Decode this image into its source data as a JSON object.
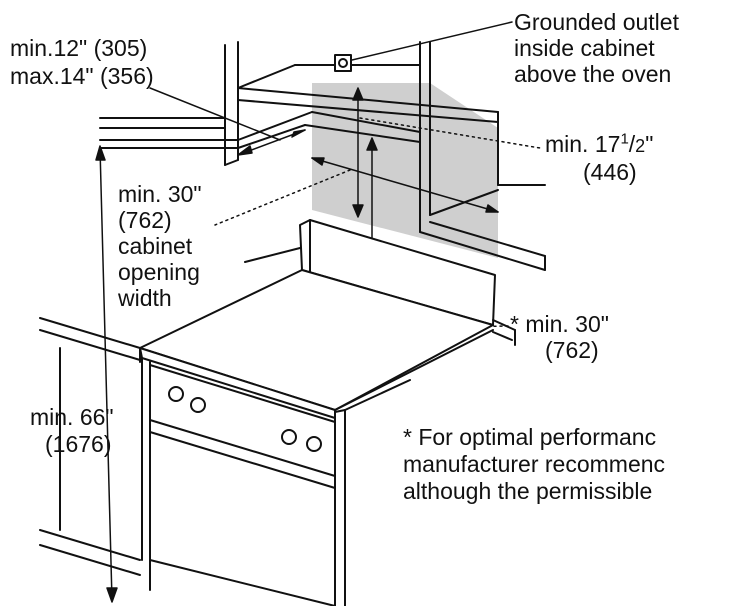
{
  "labels": {
    "upper_left_min": "min.12\" (305)",
    "upper_left_max": "max.14\" (356)",
    "outlet_line1": "Grounded outlet",
    "outlet_line2": "inside cabinet",
    "outlet_line3": "above the oven",
    "depth_min_prefix": "min. 17",
    "depth_sup": "1",
    "depth_slash": "/",
    "depth_sub": "2",
    "depth_unit": "\"",
    "depth_mm": "(446)",
    "width_min": "min. 30\"",
    "width_mm": "(762)",
    "width_word1": "cabinet",
    "width_word2": "opening",
    "width_word3": "width",
    "height_min": "* min. 30\"",
    "height_mm": "(762)",
    "total_min": "min. 66\"",
    "total_mm": "(1676)",
    "note_line1": "* For optimal performanc",
    "note_line2": "manufacturer recommenc",
    "note_line3": "although the permissible"
  },
  "colors": {
    "line": "#111111",
    "shade": "#cfcfcf",
    "text": "#111111"
  }
}
